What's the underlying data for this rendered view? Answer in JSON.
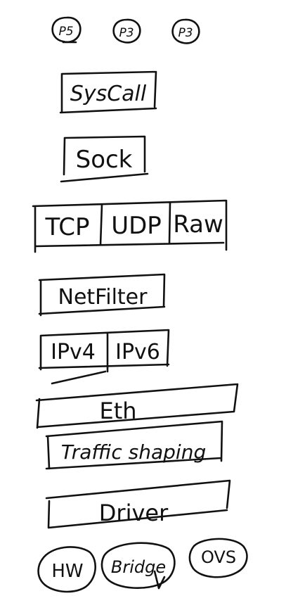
{
  "processes": [
    "P5",
    "P3",
    "P3"
  ],
  "layers": {
    "syscall": "SysCall",
    "sock": "Sock",
    "transport": [
      "TCP",
      "UDP",
      "Raw"
    ],
    "netfilter": "NetFilter",
    "ip": [
      "IPv4",
      "IPv6"
    ],
    "eth": "Eth",
    "traffic_shaping": "Traffic shaping",
    "driver": "Driver"
  },
  "backends": [
    "HW",
    "Bridge",
    "OVS"
  ],
  "colors": {
    "ink": "#111111",
    "background": "#ffffff"
  }
}
